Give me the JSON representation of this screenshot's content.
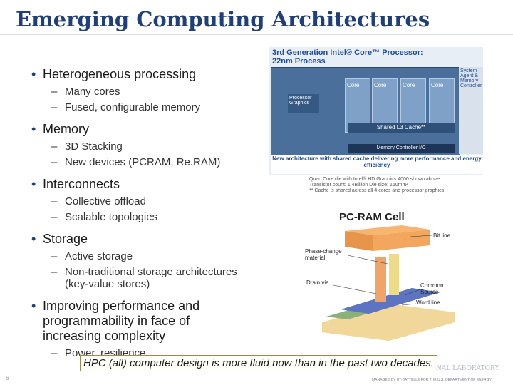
{
  "slide": {
    "title": "Emerging Computing Architectures",
    "page_number": "6",
    "callout": "HPC (all) computer design is more fluid now than in the past two decades."
  },
  "bullets": [
    {
      "label": "Heterogeneous processing",
      "subs": [
        "Many cores",
        "Fused, configurable memory"
      ]
    },
    {
      "label": "Memory",
      "subs": [
        "3D Stacking",
        "New devices (PCRAM, Re.RAM)"
      ]
    },
    {
      "label": "Interconnects",
      "subs": [
        "Collective offload",
        "Scalable topologies"
      ]
    },
    {
      "label": "Storage",
      "subs": [
        "Active storage",
        "Non-traditional storage architectures (key-value stores)"
      ]
    },
    {
      "label": "Improving performance and programmability in face of increasing complexity",
      "subs": [
        "Power, resilience"
      ]
    }
  ],
  "cpu_figure": {
    "title_line1": "3rd Generation Intel® Core™ Processor:",
    "title_line2": "22nm Process",
    "core_labels": [
      "Core",
      "Core",
      "Core",
      "Core"
    ],
    "graphics_label": "Processor Graphics",
    "l3_label": "Shared L3 Cache**",
    "memctl_label": "Memory Controller I/O",
    "system_agent": "System Agent & Memory Controller",
    "caption": "New architecture with shared cache delivering more performance and energy efficiency",
    "note1": "Quad Core die with Intel® HD Graphics 4000 shown above",
    "note2": "Transistor count: 1.4Billion     Die size: 160mm²",
    "note3": "** Cache is shared across all 4 cores and processor graphics"
  },
  "pcram_figure": {
    "title": "PC-RAM Cell",
    "labels": {
      "bit_line": "Bit line",
      "phase_change": "Phase-change material",
      "drain_via": "Drain via",
      "common_source": "Common Source",
      "word_line": "Word line"
    }
  },
  "footer": {
    "logo_text": "NAL LABORATORY",
    "managed_text": "MANAGED BY UT-BATTELLE FOR THE U.S. DEPARTMENT OF ENERGY"
  }
}
